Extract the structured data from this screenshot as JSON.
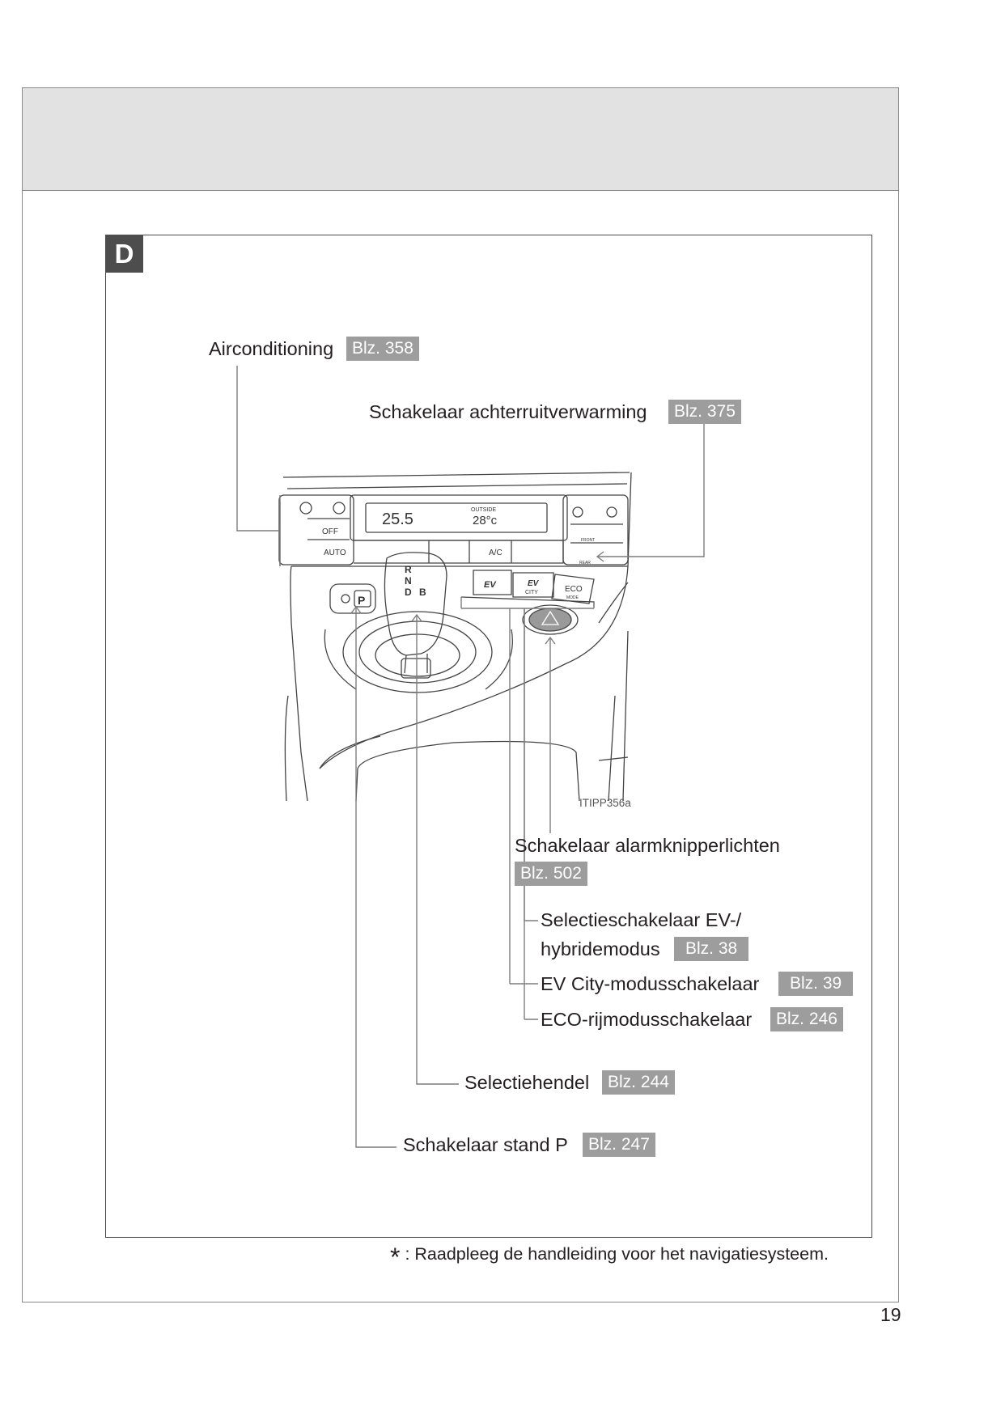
{
  "section": {
    "letter": "D"
  },
  "labels": {
    "airconditioning": {
      "text": "Airconditioning",
      "ref": "Blz. 358"
    },
    "rear_defogger": {
      "text": "Schakelaar achterruitverwarming",
      "ref": "Blz. 375"
    },
    "hazard": {
      "text": "Schakelaar alarmknipperlichten",
      "ref": "Blz. 502"
    },
    "ev_hybrid_1": {
      "text": "Selectieschakelaar EV-/"
    },
    "ev_hybrid_2": {
      "text": "hybridemodus",
      "ref": "Blz. 38"
    },
    "ev_city": {
      "text": "EV City-modusschakelaar",
      "ref": "Blz. 39"
    },
    "eco": {
      "text": "ECO-rijmodusschakelaar",
      "ref": "Blz. 246"
    },
    "shift_lever": {
      "text": "Selectiehendel",
      "ref": "Blz. 244"
    },
    "p_switch": {
      "text": "Schakelaar stand P",
      "ref": "Blz. 247"
    }
  },
  "illustration": {
    "code": "ITIPP356a",
    "display_temp": "25.5",
    "outside_label": "OUTSIDE",
    "outside_temp": "28°c",
    "fan_off": "OFF",
    "auto": "AUTO",
    "ac": "A/C",
    "front": "FRONT",
    "rear": "REAR",
    "gear_r": "R",
    "gear_n": "N",
    "gear_d": "D",
    "gear_b": "B",
    "p_button": "P",
    "ev": "EV",
    "ev_city_top": "EV",
    "ev_city_bottom": "CITY",
    "eco_top": "ECO",
    "eco_bottom": "MODE"
  },
  "footnote": {
    "star": "*",
    "text": ":  Raadpleeg de handleiding voor het navigatiesysteem."
  },
  "page_number": "19"
}
